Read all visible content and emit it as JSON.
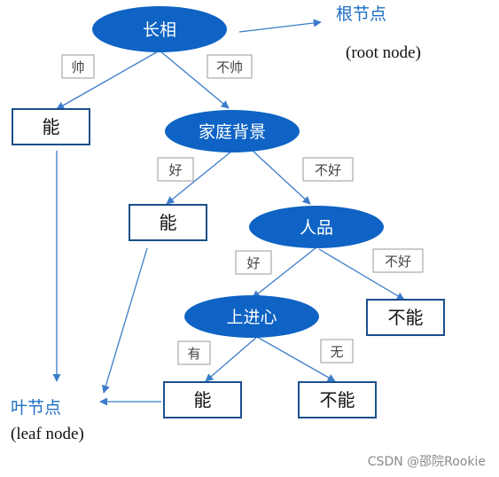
{
  "diagram": {
    "nodes": {
      "root": "长相",
      "family": "家庭背景",
      "character": "人品",
      "ambition": "上进心"
    },
    "leaves": {
      "handsome": "能",
      "family_good": "能",
      "character_bad": "不能",
      "ambition_yes": "能",
      "ambition_no": "不能"
    },
    "edge_labels": {
      "handsome": "帅",
      "not_handsome": "不帅",
      "family_good": "好",
      "family_bad": "不好",
      "character_good": "好",
      "character_bad": "不好",
      "ambition_yes": "有",
      "ambition_no": "无"
    },
    "annotations": {
      "root_cn": "根节点",
      "root_en": "(root node)",
      "leaf_cn": "叶节点",
      "leaf_en": "(leaf node)"
    },
    "watermark": "CSDN @邵院Rookie"
  }
}
